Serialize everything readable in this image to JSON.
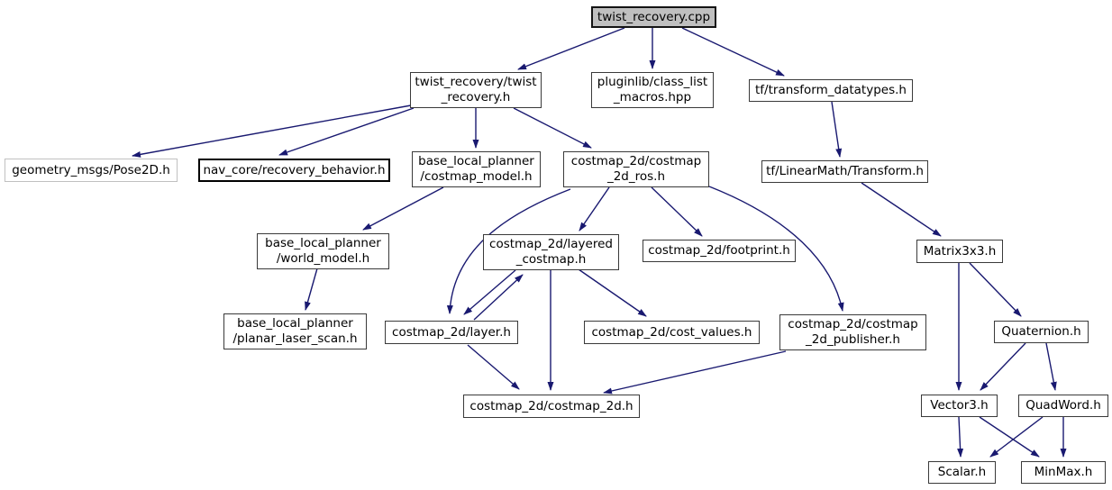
{
  "diagram": {
    "type": "include-dependency-graph",
    "edge_color": "#191970",
    "root_fill": "#bfbfbf",
    "nodes": [
      {
        "id": "twist_recovery_cpp",
        "label": "twist_recovery.cpp"
      },
      {
        "id": "twist_recovery_h",
        "label": "twist_recovery/twist\n_recovery.h"
      },
      {
        "id": "pluginlib_class_list_macros",
        "label": "pluginlib/class_list\n_macros.hpp"
      },
      {
        "id": "tf_transform_datatypes",
        "label": "tf/transform_datatypes.h"
      },
      {
        "id": "geometry_msgs_pose2d",
        "label": "geometry_msgs/Pose2D.h"
      },
      {
        "id": "nav_core_recovery_behavior",
        "label": "nav_core/recovery_behavior.h"
      },
      {
        "id": "blp_costmap_model",
        "label": "base_local_planner\n/costmap_model.h"
      },
      {
        "id": "costmap_2d_ros",
        "label": "costmap_2d/costmap\n_2d_ros.h"
      },
      {
        "id": "tf_linearmath_transform",
        "label": "tf/LinearMath/Transform.h"
      },
      {
        "id": "blp_world_model",
        "label": "base_local_planner\n/world_model.h"
      },
      {
        "id": "costmap_2d_layered_costmap",
        "label": "costmap_2d/layered\n_costmap.h"
      },
      {
        "id": "costmap_2d_footprint",
        "label": "costmap_2d/footprint.h"
      },
      {
        "id": "matrix3x3",
        "label": "Matrix3x3.h"
      },
      {
        "id": "blp_planar_laser_scan",
        "label": "base_local_planner\n/planar_laser_scan.h"
      },
      {
        "id": "costmap_2d_layer",
        "label": "costmap_2d/layer.h"
      },
      {
        "id": "costmap_2d_cost_values",
        "label": "costmap_2d/cost_values.h"
      },
      {
        "id": "costmap_2d_publisher",
        "label": "costmap_2d/costmap\n_2d_publisher.h"
      },
      {
        "id": "quaternion",
        "label": "Quaternion.h"
      },
      {
        "id": "costmap_2d_costmap_2d",
        "label": "costmap_2d/costmap_2d.h"
      },
      {
        "id": "vector3",
        "label": "Vector3.h"
      },
      {
        "id": "quadword",
        "label": "QuadWord.h"
      },
      {
        "id": "scalar",
        "label": "Scalar.h"
      },
      {
        "id": "minmax",
        "label": "MinMax.h"
      }
    ],
    "edges": [
      {
        "from": "twist_recovery_cpp",
        "to": "twist_recovery_h"
      },
      {
        "from": "twist_recovery_cpp",
        "to": "pluginlib_class_list_macros"
      },
      {
        "from": "twist_recovery_cpp",
        "to": "tf_transform_datatypes"
      },
      {
        "from": "twist_recovery_h",
        "to": "geometry_msgs_pose2d"
      },
      {
        "from": "twist_recovery_h",
        "to": "nav_core_recovery_behavior"
      },
      {
        "from": "twist_recovery_h",
        "to": "blp_costmap_model"
      },
      {
        "from": "twist_recovery_h",
        "to": "costmap_2d_ros"
      },
      {
        "from": "tf_transform_datatypes",
        "to": "tf_linearmath_transform"
      },
      {
        "from": "tf_linearmath_transform",
        "to": "matrix3x3"
      },
      {
        "from": "blp_costmap_model",
        "to": "blp_world_model"
      },
      {
        "from": "blp_world_model",
        "to": "blp_planar_laser_scan"
      },
      {
        "from": "costmap_2d_ros",
        "to": "costmap_2d_layered_costmap"
      },
      {
        "from": "costmap_2d_ros",
        "to": "costmap_2d_footprint"
      },
      {
        "from": "costmap_2d_ros",
        "to": "costmap_2d_layer"
      },
      {
        "from": "costmap_2d_ros",
        "to": "costmap_2d_publisher"
      },
      {
        "from": "costmap_2d_layered_costmap",
        "to": "costmap_2d_layer"
      },
      {
        "from": "costmap_2d_layer",
        "to": "costmap_2d_layered_costmap"
      },
      {
        "from": "costmap_2d_layered_costmap",
        "to": "costmap_2d_cost_values"
      },
      {
        "from": "costmap_2d_layered_costmap",
        "to": "costmap_2d_costmap_2d"
      },
      {
        "from": "costmap_2d_layer",
        "to": "costmap_2d_costmap_2d"
      },
      {
        "from": "costmap_2d_publisher",
        "to": "costmap_2d_costmap_2d"
      },
      {
        "from": "matrix3x3",
        "to": "quaternion"
      },
      {
        "from": "matrix3x3",
        "to": "vector3"
      },
      {
        "from": "quaternion",
        "to": "vector3"
      },
      {
        "from": "quaternion",
        "to": "quadword"
      },
      {
        "from": "vector3",
        "to": "scalar"
      },
      {
        "from": "vector3",
        "to": "minmax"
      },
      {
        "from": "quadword",
        "to": "scalar"
      },
      {
        "from": "quadword",
        "to": "minmax"
      }
    ]
  }
}
